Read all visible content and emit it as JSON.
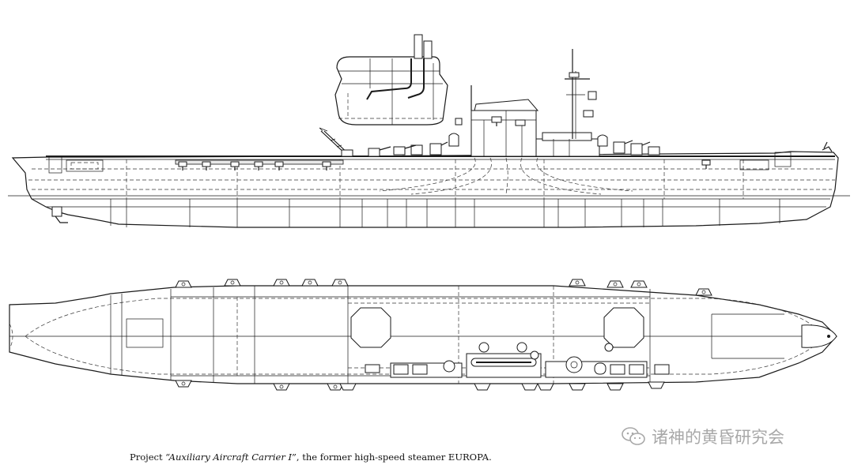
{
  "caption": {
    "prefix": "Project ",
    "title": "“Auxiliary Aircraft Carrier I”",
    "suffix": ", the former high-speed steamer EUROPA."
  },
  "watermark": {
    "icon": "wechat-icon",
    "text": "诸神的黄昏研究会",
    "color": "#9a9a9a"
  },
  "colors": {
    "line": "#1a1a1a",
    "background": "#ffffff"
  }
}
